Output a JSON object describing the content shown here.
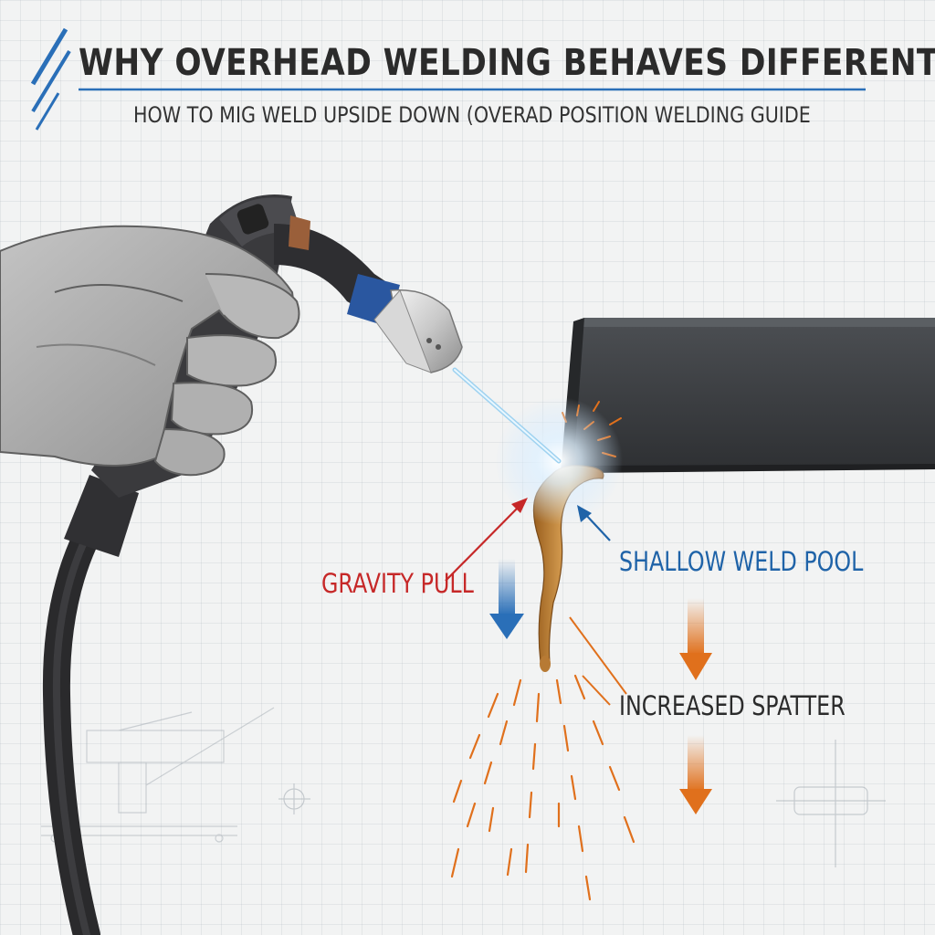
{
  "header": {
    "title": "WHY OVERHEAD WELDING BEHAVES DIFFERENTY",
    "subtitle": "HOW TO MIG WELD UPSIDE DOWN (OVERAD POSITION WELDING GUIDE"
  },
  "labels": {
    "gravity": "GRAVITY PULL",
    "pool": "SHALLOW WELD POOL",
    "spatter": "INCREASED SPATTER"
  },
  "colors": {
    "accent_blue": "#2a6fb8",
    "accent_red": "#c62828",
    "accent_orange": "#e0701c",
    "steel": "#3a3d40",
    "molten": "#c88a3e"
  },
  "icons": [
    "welding-gun-icon",
    "gloved-hand-icon",
    "steel-beam-icon",
    "weld-drip-icon",
    "spatter-icon"
  ]
}
